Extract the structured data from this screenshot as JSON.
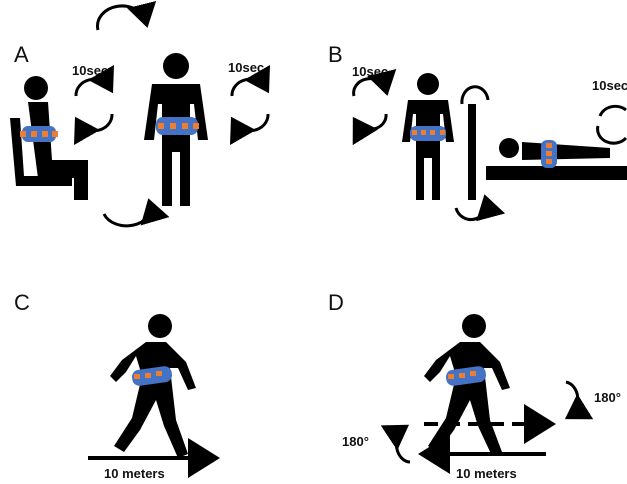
{
  "panels": [
    {
      "id": "A",
      "label": "A",
      "texts": {
        "left_interval": "10sec",
        "right_interval": "10sec"
      }
    },
    {
      "id": "B",
      "label": "B",
      "texts": {
        "left_interval": "10sec",
        "right_interval": "10sec"
      }
    },
    {
      "id": "C",
      "label": "C",
      "texts": {
        "distance": "10 meters"
      }
    },
    {
      "id": "D",
      "label": "D",
      "texts": {
        "distance": "10 meters",
        "turn_left": "180°",
        "turn_right": "180°"
      }
    }
  ],
  "colors": {
    "figure": "#000000",
    "belt": "#4472c4",
    "sensor": "#ed7d31"
  }
}
